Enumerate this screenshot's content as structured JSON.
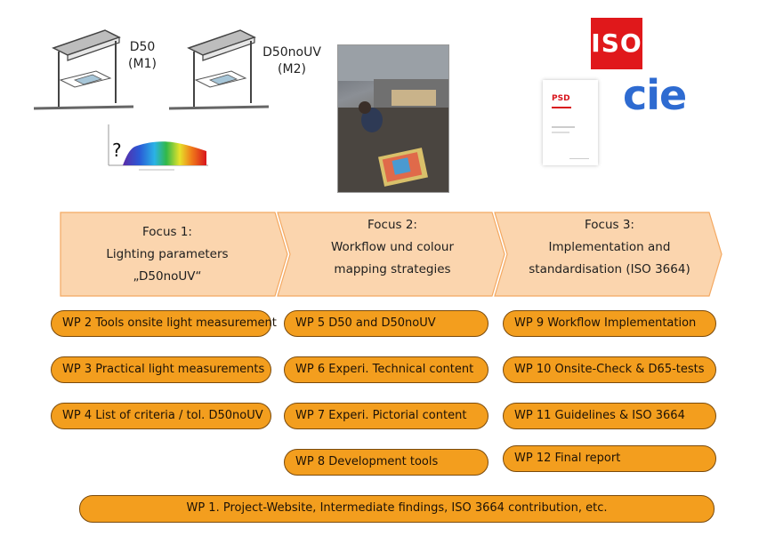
{
  "labels": {
    "d50": "D50",
    "m1": "(M1)",
    "d50nouv": "D50noUV",
    "m2": "(M2)",
    "question": "?"
  },
  "logos": {
    "iso": "ISO",
    "cie": "cie",
    "psd": "PSD"
  },
  "focus": [
    {
      "line1": "Focus 1:",
      "line2": "Lighting parameters",
      "line3": "„D50noUV“"
    },
    {
      "line1": "Focus 2:",
      "line2": "Workflow und colour",
      "line3": "mapping strategies"
    },
    {
      "line1": "Focus 3:",
      "line2": "Implementation and",
      "line3": "standardisation (ISO 3664)"
    }
  ],
  "wp": {
    "wp2": "WP 2 Tools onsite light measurement",
    "wp3": "WP 3 Practical light measurements",
    "wp4": "WP 4 List of criteria / tol. D50noUV",
    "wp5": "WP 5 D50 and D50noUV",
    "wp6": "WP 6 Experi. Technical content",
    "wp7": "WP 7 Experi. Pictorial content",
    "wp8": "WP 8 Development tools",
    "wp9": "WP 9 Workflow Implementation",
    "wp10": "WP 10 Onsite-Check & D65-tests",
    "wp11": "WP 11 Guidelines & ISO 3664",
    "wp12": "WP 12 Final report",
    "wp1": "WP 1. Project-Website, Intermediate findings, ISO 3664 contribution, etc."
  },
  "colors": {
    "focus_fill": "#fbd5ae",
    "wp_fill": "#f39e1e",
    "wp_border": "#7a4a0c",
    "iso_red": "#e0181b",
    "cie_blue": "#2e6bd1"
  }
}
